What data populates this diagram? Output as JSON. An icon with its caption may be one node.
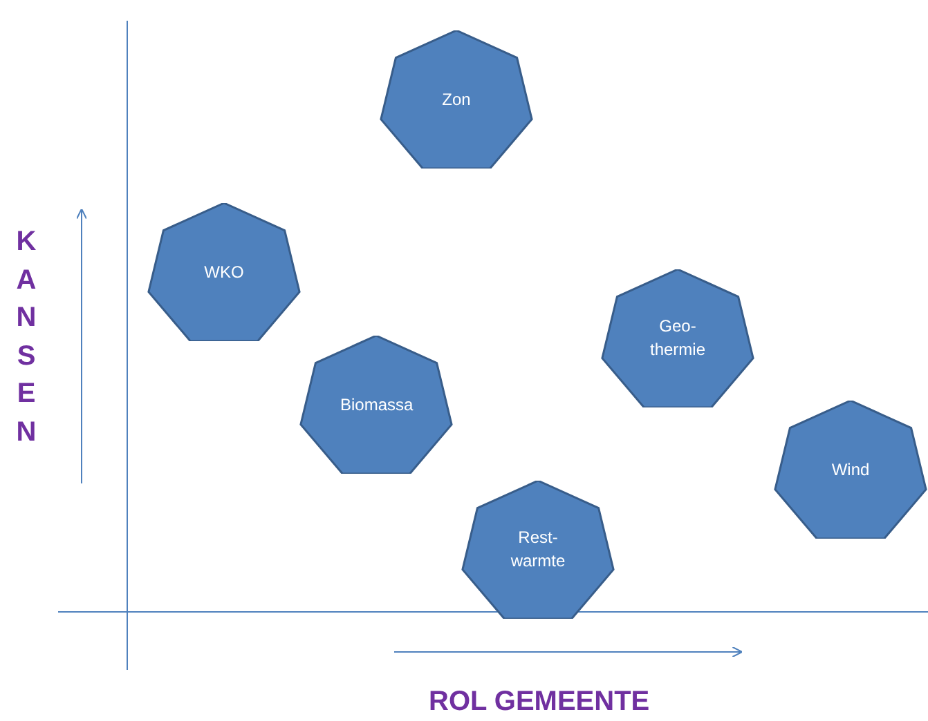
{
  "diagram": {
    "nodes": [
      {
        "text": [
          "Zon"
        ]
      },
      {
        "text": [
          "WKO"
        ]
      },
      {
        "text": [
          "Geo- thermie"
        ]
      },
      {
        "text": [
          "Biomassa"
        ]
      },
      {
        "text": [
          "Wind"
        ]
      },
      {
        "text": [
          "Rest- warmte"
        ]
      }
    ],
    "edges": [],
    "labels": [
      "KANSEN",
      "ROL GEMEENTE"
    ]
  }
}
